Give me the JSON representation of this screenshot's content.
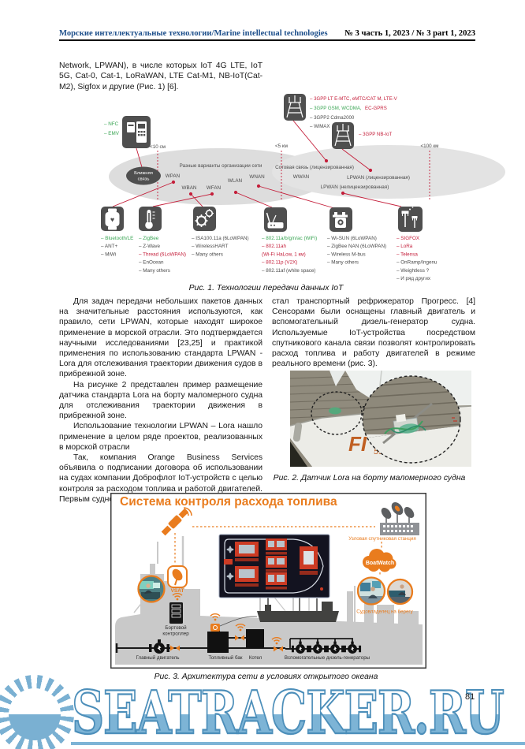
{
  "header": {
    "journal": "Морские интеллектуальные технологии/Marine intellectual technologies",
    "issue": "№ 3 часть 1, 2023 / № 3 part 1, 2023"
  },
  "intro": "Network, LPWAN), в числе которых IoT 4G LTE, IoT 5G, Cat-0, Cat-1, LoRaWAN, LTE Cat-M1, NB-IoT(Cat-M2), Sigfox и другие (Рис. 1) [6].",
  "figure1": {
    "caption": "Рис. 1. Технологии передачи данных IoT",
    "nfc": "– NFC",
    "emv": "– EMV",
    "dist_near": "<10 см",
    "dist_mid": "<5 км",
    "dist_far": "<100 км",
    "near_line1": "Ближняя",
    "near_line2": "связь",
    "variants": "Разные варианты организации сети",
    "wpan": "WPAN",
    "wban": "WBAN",
    "wfan": "WFAN",
    "wlan": "WLAN",
    "wnan": "WNAN",
    "wwan": "WWAN",
    "cellular": "Сотовая связь (лицензированная)",
    "lpwan_lic": "LPWAN (лицензированная)",
    "lpwan_unlic": "LPWAN (нелицензированная)",
    "tower1": [
      "– 3GPP LT E-MTC, eMTC/CAT M, LTE-V",
      "– 3GPP GSM, WCDMA,",
      "EC-GPRS",
      "– 3GPP2 Cdma2000",
      "– WiMAX"
    ],
    "tower2": "– 3GPP NB-IoT",
    "watch": [
      "– Bluetooth/LE",
      "– ANT+",
      "– MiWi"
    ],
    "thermo": [
      "– ZigBee",
      "– Z-Wave",
      "– Thread (6LoWPAN)",
      "– EnOcean",
      "– Many others"
    ],
    "gears": [
      "– ISA100.11a (6LoWPAN)",
      "– WirelessHART",
      "– Many others"
    ],
    "router": [
      "– 802.11a/b/g/n/ac (WiFi)",
      "– 802.11ah",
      "(Wi-Fi HaLow, 1 км)",
      "– 802.11p (V2X)",
      "– 802.11af (white space)"
    ],
    "meter": [
      "– Wi-SUN (6LoWPAN)",
      "– ZigBee NAN (6LoWPAN)",
      "– Wireless M-bus",
      "– Many others"
    ],
    "sigfox": [
      "– SIGFOX",
      "– LoRa",
      "– Telensa",
      "– OnRamp/Ingenu",
      "– Weightless ?",
      "– И ряд других"
    ]
  },
  "columns": {
    "left": [
      "Для задач передачи небольших пакетов данных на значительные расстояния используются, как правило, сети LPWAN, которые находят широкое применение в морской отрасли. Это подтверждается научными исследованиями [23,25] и практикой применения по использованию стандарта LPWAN - Lora для отслеживания траектории движения судов в прибрежной зоне.",
      "На рисунке 2 представлен пример размещение датчика стандарта Lora на борту маломерного судна для отслеживания траектории движения в прибрежной зоне.",
      "Использование технологии LPWAN – Lora нашло применение в целом ряде проектов, реализованных в морской отрасли",
      "Так, компания Orange Business Services объявила о подписании договора об использовании на судах компании Доброфлот IoT-устройств с целью контроля за расходом топлива и работой двигателей. Первым судном, оснащённым IoT-устройствами,"
    ],
    "right": [
      "стал транспортный рефрижератор Прогресс. [4] Сенсорами были оснащены главный двигатель и вспомогательный дизель-генератор судна. Используемые IoT-устройства посредством спутникового канала связи позволят контролировать расход топлива и работу двигателей в режиме реального времени (рис. 3)."
    ]
  },
  "figure2": {
    "caption": "Рис. 2. Датчик Lora на борту маломерного судна",
    "hull_mark": "FI",
    "hull_mark2": "59"
  },
  "figure3": {
    "title": "Система контроля расхода топлива",
    "caption": "Рис. 3. Архитектура сети в условиях открытого океана",
    "station": "Узловая спутниковая станция",
    "cloud": "BoatWatch",
    "owner": "Судовладелец на берегу",
    "vsat": "VSAT",
    "controller1": "Бортовой",
    "controller2": "контроллер",
    "engine": "Главный двигатель",
    "tank": "Топливный бак",
    "boiler": "Котел",
    "gens": "Вспомогательные дизель-генераторы"
  },
  "watermark": {
    "text": "SEATRACKER.RU"
  },
  "page_number": "81",
  "colors": {
    "accent_orange": "#e97c1e",
    "header_blue": "#1d4f8b",
    "diagram_red": "#c41e3a",
    "diagram_green": "#3aa554",
    "watermark_blue": "#7db4d6"
  }
}
